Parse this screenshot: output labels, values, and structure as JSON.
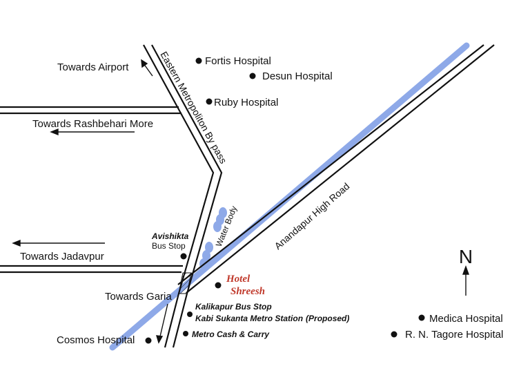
{
  "colors": {
    "road": "#111111",
    "metro_line": "#8ea9e8",
    "water": "#8ea9e8",
    "hotel": "#c0392b",
    "background": "#ffffff"
  },
  "roads": {
    "bypass": "Eastern Metropoliton By pass",
    "anandapur": "Anandapur High Road"
  },
  "directions": {
    "airport": "Towards Airport",
    "rashbehari": "Towards Rashbehari More",
    "jadavpur": "Towards Jadavpur",
    "garia": "Towards Garia"
  },
  "places": {
    "fortis": "Fortis Hospital",
    "desun": "Desun Hospital",
    "ruby": "Ruby Hospital",
    "cosmos": "Cosmos Hospital",
    "medica": "Medica Hospital",
    "rn_tagore": "R. N. Tagore Hospital",
    "water_body": "Water Body",
    "avishikta": "Avishikta",
    "avishikta_sub": "Bus Stop",
    "kalikapur": "Kalikapur Bus Stop",
    "kabi_sukanta": "Kabi Sukanta Metro Station",
    "kabi_sukanta_note": "(Proposed)",
    "metro_cash": "Metro Cash & Carry"
  },
  "hotel": {
    "line1": "Hotel",
    "line2": "Shreesh"
  },
  "compass": {
    "north": "N"
  }
}
